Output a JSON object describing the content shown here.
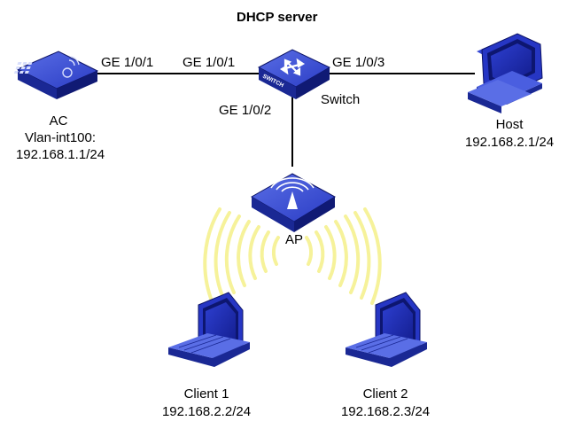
{
  "title": "DHCP server",
  "devices": {
    "ac": {
      "name": "AC",
      "interface": "Vlan-int100:",
      "ip": "192.168.1.1/24",
      "icon": "access-controller-icon"
    },
    "switch": {
      "name": "Switch",
      "badge": "SWITCH",
      "icon": "switch-icon"
    },
    "host": {
      "name": "Host",
      "ip": "192.168.2.1/24",
      "icon": "desktop-pc-icon"
    },
    "ap": {
      "name": "AP",
      "icon": "access-point-icon"
    },
    "client1": {
      "name": "Client 1",
      "ip": "192.168.2.2/24",
      "icon": "laptop-icon"
    },
    "client2": {
      "name": "Client 2",
      "ip": "192.168.2.3/24",
      "icon": "laptop-icon"
    }
  },
  "ports": {
    "ac_side": "GE 1/0/1",
    "switch_to_ac": "GE 1/0/1",
    "switch_to_host": "GE 1/0/3",
    "switch_to_ap": "GE 1/0/2"
  },
  "colors": {
    "device_blue": "#2233bb",
    "device_dark": "#111a7a",
    "wireless_yellow": "#f6f29a",
    "link": "#000000"
  }
}
